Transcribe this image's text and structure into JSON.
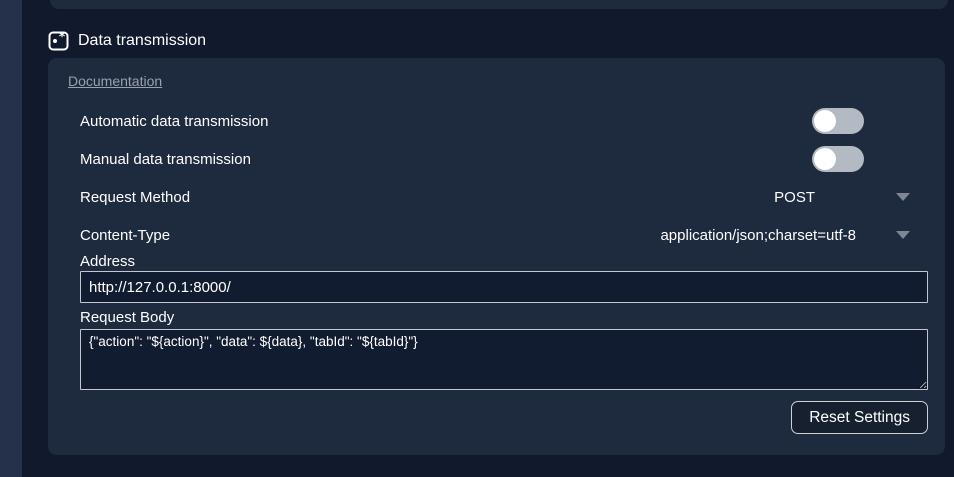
{
  "section": {
    "title": "Data transmission",
    "icon": "extension-frame-icon",
    "doc_link_label": "Documentation"
  },
  "settings": {
    "automatic": {
      "label": "Automatic data transmission",
      "enabled": false
    },
    "manual": {
      "label": "Manual data transmission",
      "enabled": false
    },
    "request_method": {
      "label": "Request Method",
      "value": "POST"
    },
    "content_type": {
      "label": "Content-Type",
      "value": "application/json;charset=utf-8"
    },
    "address": {
      "label": "Address",
      "value": "http://127.0.0.1:8000/"
    },
    "request_body": {
      "label": "Request Body",
      "value": "{\"action\": \"${action}\", \"data\": ${data}, \"tabId\": \"${tabId}\"}"
    }
  },
  "actions": {
    "reset_label": "Reset Settings"
  },
  "colors": {
    "page_background": "#101a2c",
    "gutter_background": "#25304a",
    "card_background": "#1e2a3e",
    "input_background": "#121c30",
    "input_border": "#c2c7d0",
    "toggle_track_off": "#b4bac4",
    "toggle_knob": "#ffffff",
    "link_gray": "#99a1ad",
    "chevron_gray": "#7f8693",
    "text": "#ffffff"
  }
}
